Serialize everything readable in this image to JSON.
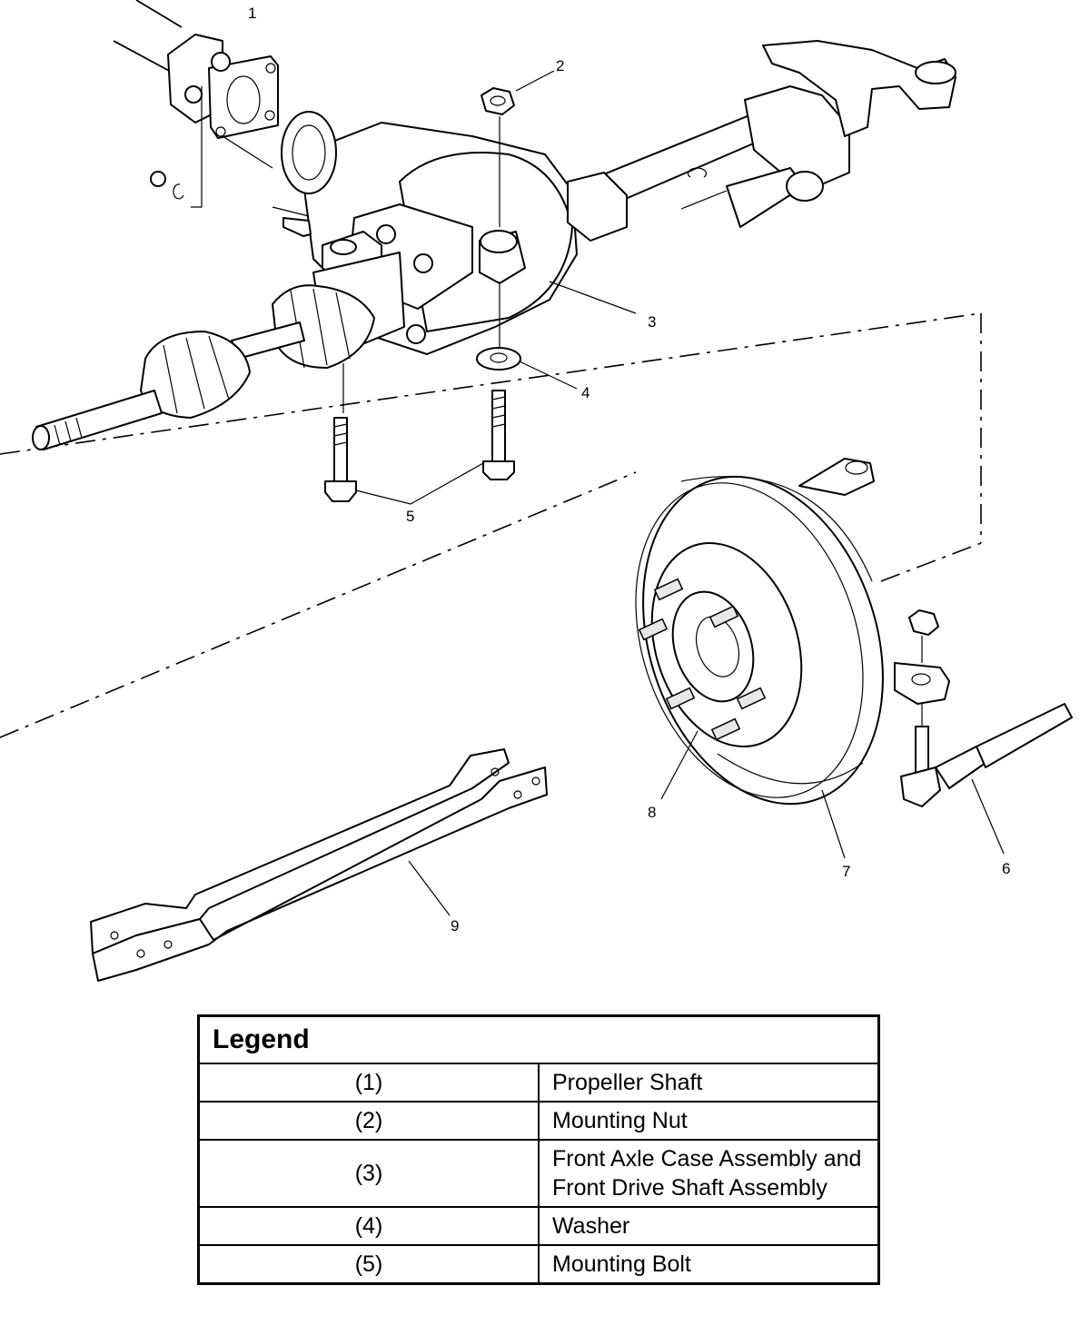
{
  "callouts": [
    "1",
    "2",
    "3",
    "4",
    "5",
    "6",
    "7",
    "8",
    "9"
  ],
  "legend": {
    "title": "Legend",
    "rows": [
      {
        "num": "(1)",
        "desc": "Propeller Shaft"
      },
      {
        "num": "(2)",
        "desc": "Mounting Nut"
      },
      {
        "num": "(3)",
        "desc": "Front Axle Case Assembly and Front Drive Shaft Assembly"
      },
      {
        "num": "(4)",
        "desc": "Washer"
      },
      {
        "num": "(5)",
        "desc": "Mounting Bolt"
      }
    ]
  }
}
